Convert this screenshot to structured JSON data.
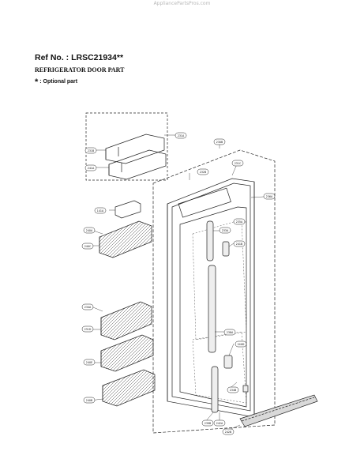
{
  "watermark": "AppliancePartsPros.com",
  "header": {
    "ref_no": "Ref No. : LRSC21934**",
    "subtitle": "REFRIGERATOR DOOR PART",
    "optional_star": "*",
    "optional_label": ": Optional part"
  },
  "callouts": {
    "c231a": "231A",
    "c231b": "231B",
    "c241a": "241A",
    "c230b": "230B",
    "c232b": "232B",
    "c231c": "231C",
    "c236a": "236A",
    "c141a": "141A",
    "c240a": "240A",
    "c240c": "240C",
    "c235a": "235A",
    "c233a": "233A",
    "c241b": "241B",
    "c234a": "234A",
    "c231d": "231D",
    "c238a": "238A",
    "c240d": "240D",
    "c240e": "240E",
    "c234b": "234B",
    "c240b": "240B",
    "c239b": "239B",
    "c242a": "242A",
    "c242b": "242B"
  }
}
